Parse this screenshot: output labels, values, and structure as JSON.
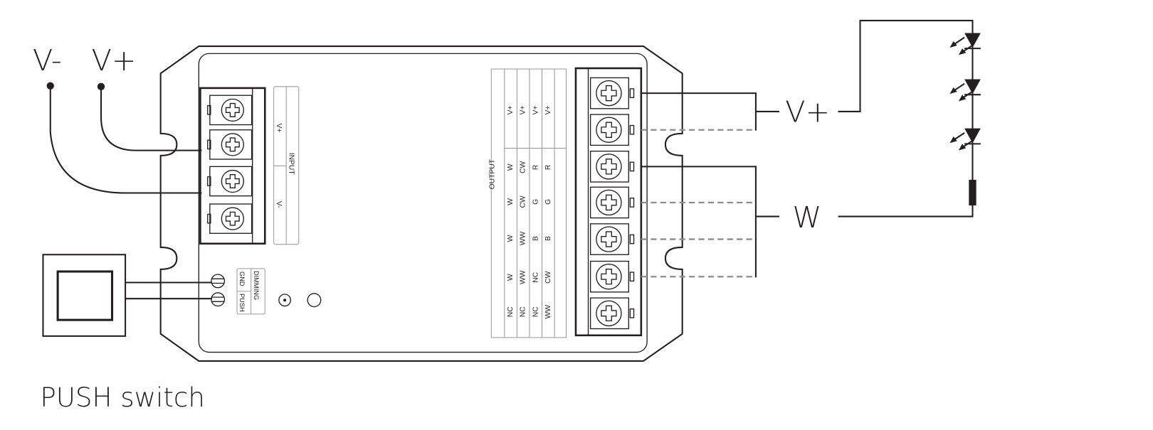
{
  "labels": {
    "v_minus": "V-",
    "v_plus": "V+",
    "push_switch": "PUSH switch",
    "out_v_plus": "V+",
    "out_w": "W"
  },
  "input_block": {
    "title": "INPUT",
    "pins": [
      "V+",
      "V-"
    ]
  },
  "dimming_block": {
    "title": "DIMMING",
    "pins": [
      "GND",
      "PUSH"
    ]
  },
  "output_table": {
    "title": "OUTPUT",
    "columns": [
      [
        "V+",
        "W",
        "W",
        "W",
        "W",
        "NC"
      ],
      [
        "V+",
        "CW",
        "CW",
        "WW",
        "WW",
        "NC"
      ],
      [
        "V+",
        "R",
        "G",
        "B",
        "NC",
        "NC"
      ],
      [
        "V+",
        "R",
        "G",
        "B",
        "CW",
        "WW"
      ]
    ]
  },
  "colors": {
    "line": "#231f20",
    "dashed": "#8c8c8c"
  }
}
